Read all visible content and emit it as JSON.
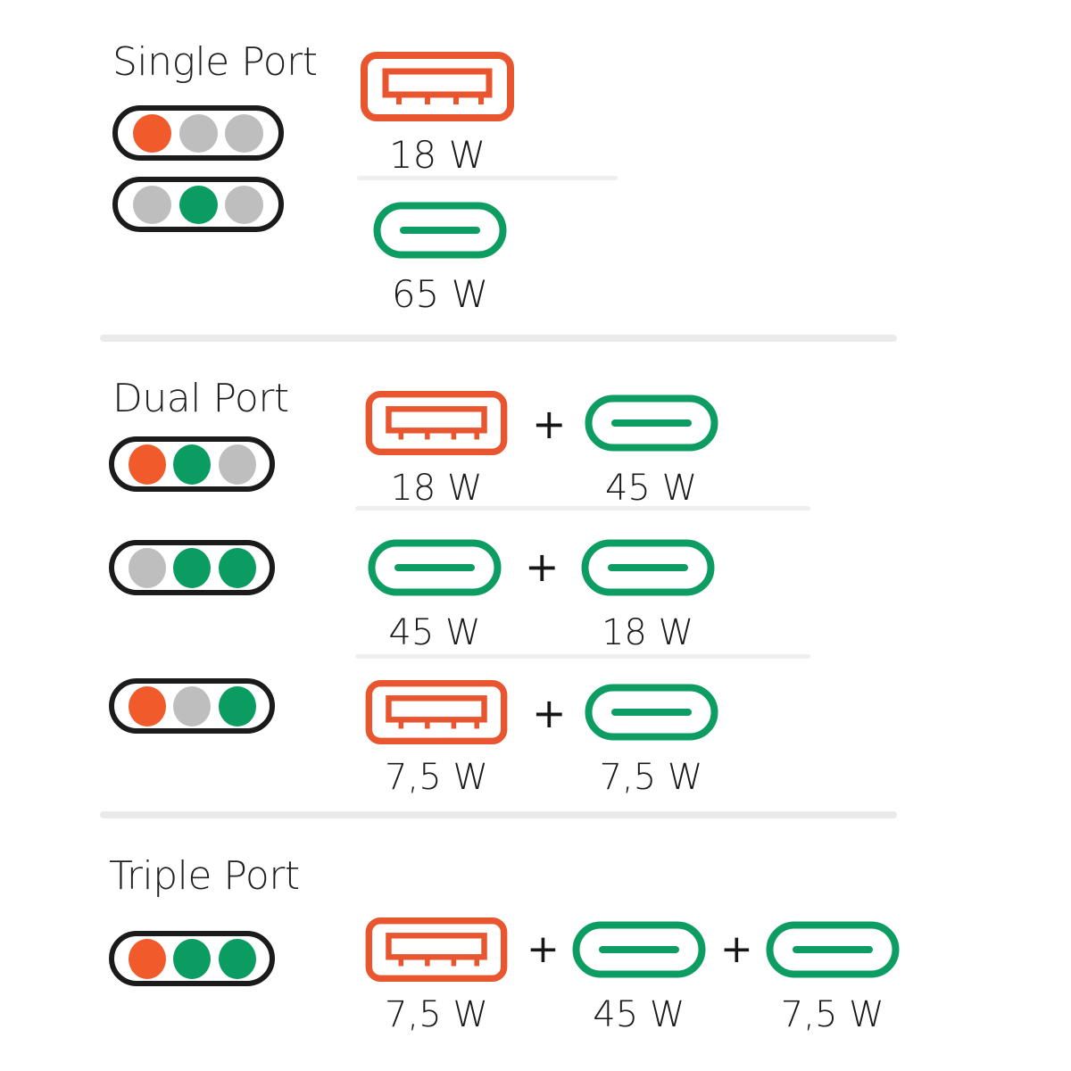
{
  "palette": {
    "usb_a_orange": "#E8552F",
    "usb_c_green": "#0D9D62",
    "dot_orange": "#F15A2B",
    "dot_green": "#0A9C60",
    "dot_gray": "#BEBEBE",
    "pill_outline": "#1b1b1b",
    "text": "#1a1a1a",
    "divider_major": "#eaeaea",
    "divider_minor": "#efefef",
    "background": "#ffffff"
  },
  "plus_symbol": "+",
  "sections": [
    {
      "id": "single-port",
      "title": "Single Port",
      "rows": [
        {
          "id": "single-row-1",
          "indicator": {
            "dots": [
              "orange",
              "gray",
              "gray"
            ]
          },
          "outputs": [
            {
              "connector": "usb-a",
              "watt": "18 W"
            }
          ]
        },
        {
          "id": "single-row-2",
          "indicator": {
            "dots": [
              "gray",
              "green",
              "gray"
            ]
          },
          "outputs": [
            {
              "connector": "usb-c",
              "watt": "65 W"
            }
          ]
        }
      ]
    },
    {
      "id": "dual-port",
      "title": "Dual Port",
      "rows": [
        {
          "id": "dual-row-1",
          "indicator": {
            "dots": [
              "orange",
              "green",
              "gray"
            ]
          },
          "outputs": [
            {
              "connector": "usb-a",
              "watt": "18 W"
            },
            {
              "connector": "usb-c",
              "watt": "45 W"
            }
          ]
        },
        {
          "id": "dual-row-2",
          "indicator": {
            "dots": [
              "gray",
              "green",
              "green"
            ]
          },
          "outputs": [
            {
              "connector": "usb-c",
              "watt": "45 W"
            },
            {
              "connector": "usb-c",
              "watt": "18 W"
            }
          ]
        },
        {
          "id": "dual-row-3",
          "indicator": {
            "dots": [
              "orange",
              "gray",
              "green"
            ]
          },
          "outputs": [
            {
              "connector": "usb-a",
              "watt": "7,5 W"
            },
            {
              "connector": "usb-c",
              "watt": "7,5 W"
            }
          ]
        }
      ]
    },
    {
      "id": "triple-port",
      "title": "Triple Port",
      "rows": [
        {
          "id": "triple-row-1",
          "indicator": {
            "dots": [
              "orange",
              "green",
              "green"
            ]
          },
          "outputs": [
            {
              "connector": "usb-a",
              "watt": "7,5 W"
            },
            {
              "connector": "usb-c",
              "watt": "45 W"
            },
            {
              "connector": "usb-c",
              "watt": "7,5 W"
            }
          ]
        }
      ]
    }
  ]
}
